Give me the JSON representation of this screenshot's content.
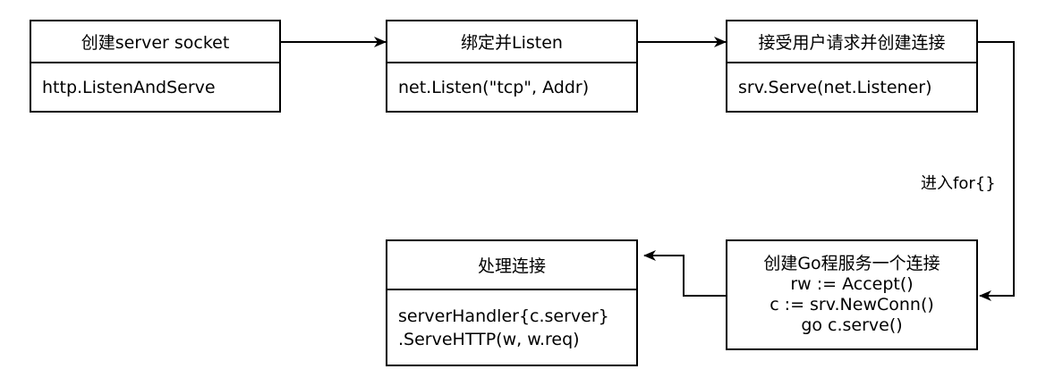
{
  "nodes": {
    "create_socket": {
      "title": "创建server socket",
      "body": "http.ListenAndServe"
    },
    "bind_listen": {
      "title": "绑定并Listen",
      "body": "net.Listen(\"tcp\", Addr)"
    },
    "accept": {
      "title": "接受用户请求并创建连接",
      "body": "srv.Serve(net.Listener)"
    },
    "goroutine": {
      "lines": [
        "创建Go程服务一个连接",
        "rw := Accept()",
        "c := srv.NewConn()",
        "go c.serve()"
      ]
    },
    "handle": {
      "title": "处理连接",
      "body_lines": [
        "serverHandler{c.server}",
        ".ServeHTTP(w, w.req)"
      ]
    }
  },
  "edges": {
    "loop_label": "进入for{}"
  }
}
